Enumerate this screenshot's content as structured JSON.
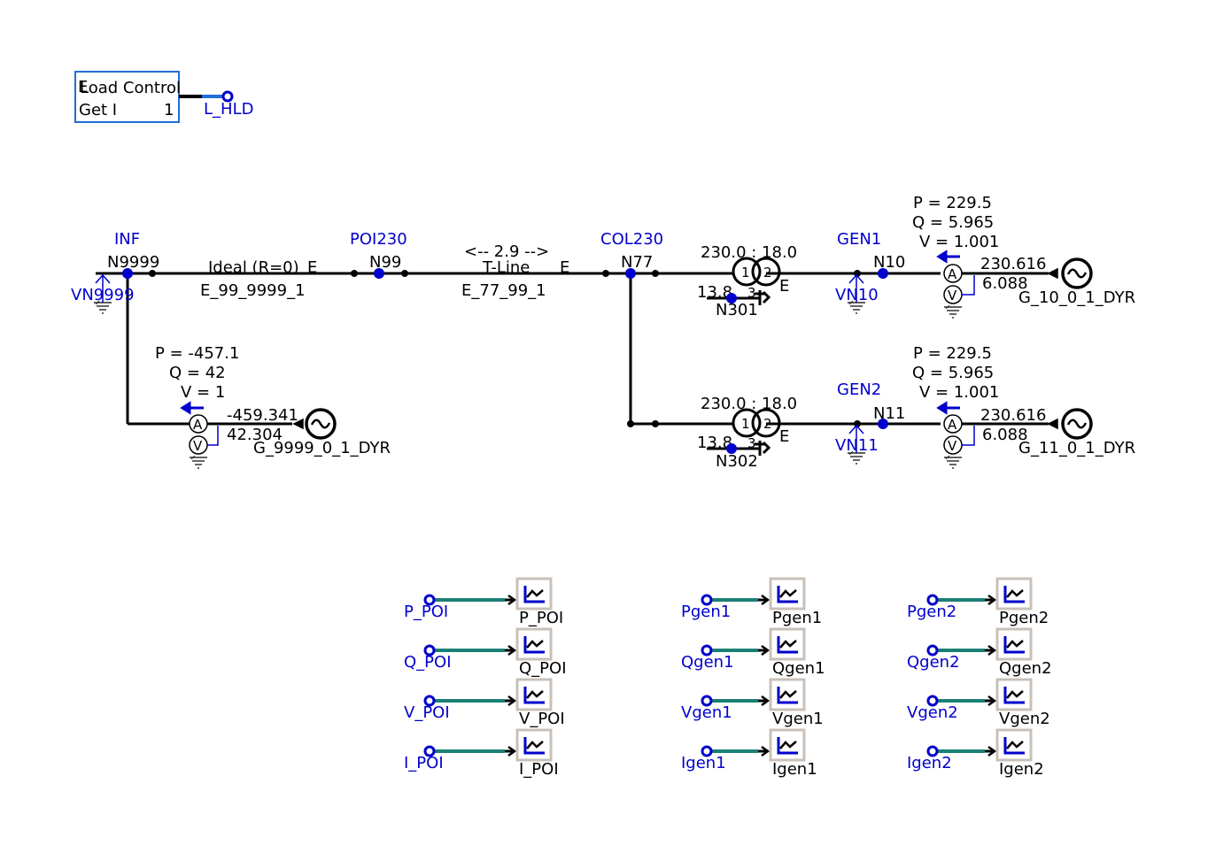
{
  "load_control": {
    "title": "Load Control",
    "marker": "E",
    "row_label": "Get I",
    "row_value": "1",
    "node": "L_HLD"
  },
  "buses": {
    "inf": {
      "label": "INF",
      "node": "N9999",
      "voltmeter_node": "VN9999"
    },
    "poi230": {
      "label": "POI230",
      "node": "N99"
    },
    "col230": {
      "label": "COL230",
      "node": "N77"
    },
    "gen1": {
      "label": "GEN1",
      "node": "N10",
      "voltmeter_node": "VN10"
    },
    "gen2": {
      "label": "GEN2",
      "node": "N11",
      "voltmeter_node": "VN11"
    }
  },
  "lines": {
    "ideal": {
      "label": "Ideal (R=0)",
      "end_marker": "E",
      "id": "E_99_9999_1"
    },
    "tline": {
      "flow": "<-- 2.9 -->",
      "label": "T-Line",
      "end_marker": "E",
      "id": "E_77_99_1"
    }
  },
  "transformers": {
    "t1": {
      "ratio": "230.0 :  18.0",
      "tertiary_v": "13.8",
      "w1": "1",
      "w2": "2",
      "w3": "3",
      "end_marker": "E",
      "tertiary_node": "N301"
    },
    "t2": {
      "ratio": "230.0 :  18.0",
      "tertiary_v": "13.8",
      "w1": "1",
      "w2": "2",
      "w3": "3",
      "end_marker": "E",
      "tertiary_node": "N302"
    }
  },
  "meters": {
    "ammeter_symbol": "A",
    "voltmeter_symbol": "V"
  },
  "generators": {
    "g9999": {
      "p": "P = -457.1",
      "q": "Q = 42",
      "v": "V = 1",
      "flow_p": "-459.341",
      "flow_q": "42.304",
      "name": "G_9999_0_1_DYR"
    },
    "g10": {
      "p": "P = 229.5",
      "q": "Q = 5.965",
      "v": "V = 1.001",
      "flow_p": "230.616",
      "flow_q": "6.088",
      "name": "G_10_0_1_DYR"
    },
    "g11": {
      "p": "P = 229.5",
      "q": "Q = 5.965",
      "v": "V = 1.001",
      "flow_p": "230.616",
      "flow_q": "6.088",
      "name": "G_11_0_1_DYR"
    }
  },
  "plots": [
    {
      "signal": "P_POI",
      "plot": "P_POI"
    },
    {
      "signal": "Q_POI",
      "plot": "Q_POI"
    },
    {
      "signal": "V_POI",
      "plot": "V_POI"
    },
    {
      "signal": "I_POI",
      "plot": "I_POI"
    },
    {
      "signal": "Pgen1",
      "plot": "Pgen1"
    },
    {
      "signal": "Qgen1",
      "plot": "Qgen1"
    },
    {
      "signal": "Vgen1",
      "plot": "Vgen1"
    },
    {
      "signal": "Igen1",
      "plot": "Igen1"
    },
    {
      "signal": "Pgen2",
      "plot": "Pgen2"
    },
    {
      "signal": "Qgen2",
      "plot": "Qgen2"
    },
    {
      "signal": "Vgen2",
      "plot": "Vgen2"
    },
    {
      "signal": "Igen2",
      "plot": "Igen2"
    }
  ],
  "colors": {
    "node": "#0000cc",
    "wire": "#000000",
    "signal_wire": "#1b7f74",
    "box_border": "#1f6fd6",
    "plot_border": "#c8c0b8"
  }
}
